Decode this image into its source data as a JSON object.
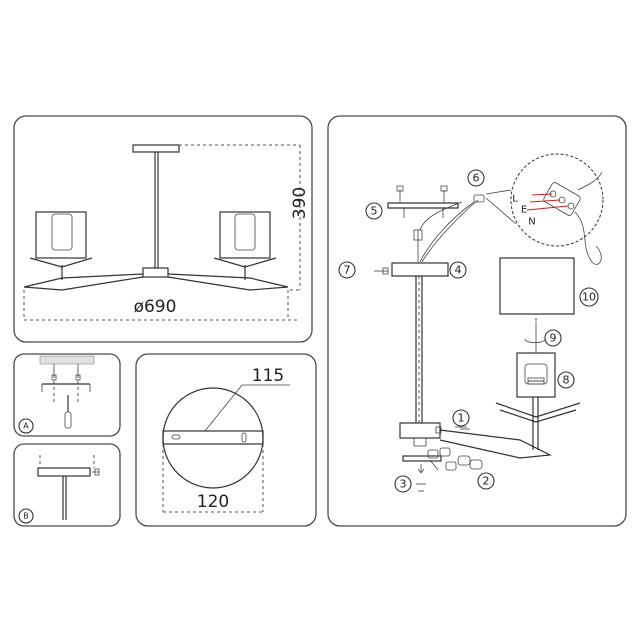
{
  "dimensions": {
    "height": "390",
    "diameter": "ø690",
    "plate_width": "120",
    "plate_depth": "115"
  },
  "detail_labels": {
    "a": "A",
    "b": "B"
  },
  "wire_labels": [
    "L",
    "E",
    "N"
  ],
  "steps": [
    "1",
    "2",
    "3",
    "4",
    "5",
    "6",
    "7",
    "8",
    "9",
    "10"
  ],
  "colors": {
    "line": "#333333",
    "panel_border": "#4a4a4a",
    "wire_red": "#d02020"
  }
}
